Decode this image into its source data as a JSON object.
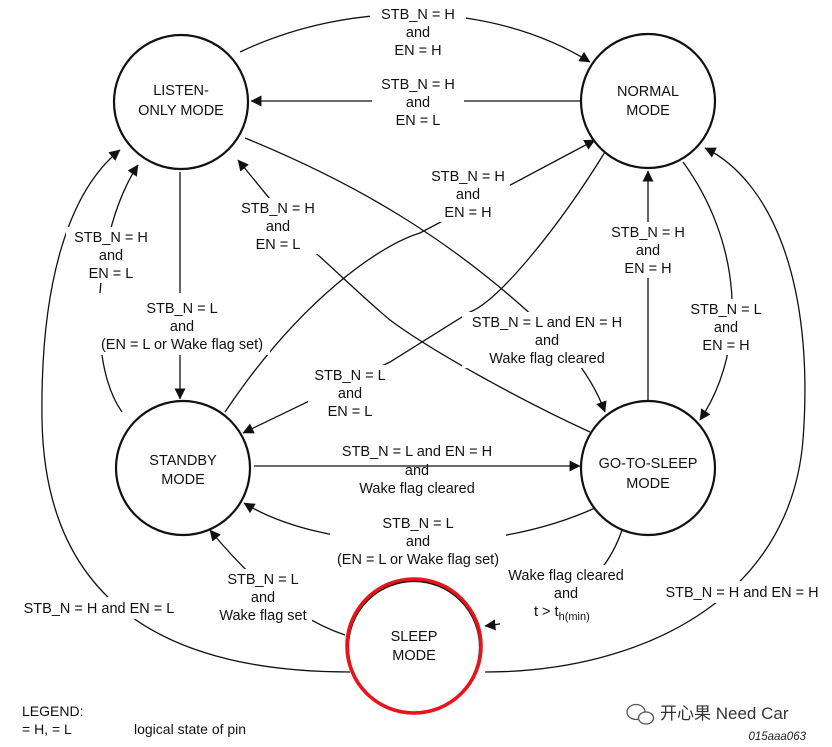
{
  "states": {
    "listen_only": [
      "LISTEN-",
      "ONLY MODE"
    ],
    "normal": [
      "NORMAL",
      "MODE"
    ],
    "standby": [
      "STANDBY",
      "MODE"
    ],
    "go_to_sleep": [
      "GO-TO-SLEEP",
      "MODE"
    ],
    "sleep": [
      "SLEEP",
      "MODE"
    ]
  },
  "transitions": {
    "listen_to_normal": [
      "STB_N = H",
      "and",
      "EN = H"
    ],
    "normal_to_listen": [
      "STB_N = H",
      "and",
      "EN = L"
    ],
    "standby_to_normal": [
      "STB_N = H",
      "and",
      "EN = H"
    ],
    "gts_to_listen": [
      "STB_N = H",
      "and",
      "EN = L"
    ],
    "standby_to_listen": [
      "STB_N = H",
      "and",
      "EN = L"
    ],
    "listen_to_standby": [
      "STB_N = L",
      "and",
      "(EN = L or Wake flag set)"
    ],
    "listen_to_gts": [
      "STB_N = L and EN = H",
      "and",
      "Wake flag cleared"
    ],
    "gts_to_normal": [
      "STB_N = H",
      "and",
      "EN = H"
    ],
    "normal_to_gts": [
      "STB_N = L",
      "and",
      "EN = H"
    ],
    "normal_to_standby": [
      "STB_N = L",
      "and",
      "EN = L"
    ],
    "standby_to_gts": [
      "STB_N = L and EN = H",
      "and",
      "Wake flag cleared"
    ],
    "gts_to_standby": [
      "STB_N = L",
      "and",
      "(EN = L or Wake flag set)"
    ],
    "sleep_to_standby": [
      "STB_N = L",
      "and",
      "Wake flag set"
    ],
    "gts_to_sleep": {
      "l1": "Wake flag cleared",
      "l2": "and",
      "l3_main": "t > t",
      "l3_sub": "h(min)"
    },
    "sleep_to_listen": [
      "STB_N = H and EN = L"
    ],
    "sleep_to_normal": [
      "STB_N = H and EN = H"
    ]
  },
  "legend": {
    "title": "LEGEND:",
    "symbols": "= H, = L",
    "meaning": "logical state of pin"
  },
  "figure_ref": "015aaa063",
  "watermark": "开心果 Need Car",
  "colors": {
    "line": "#111111",
    "highlight": "#e8141b"
  }
}
